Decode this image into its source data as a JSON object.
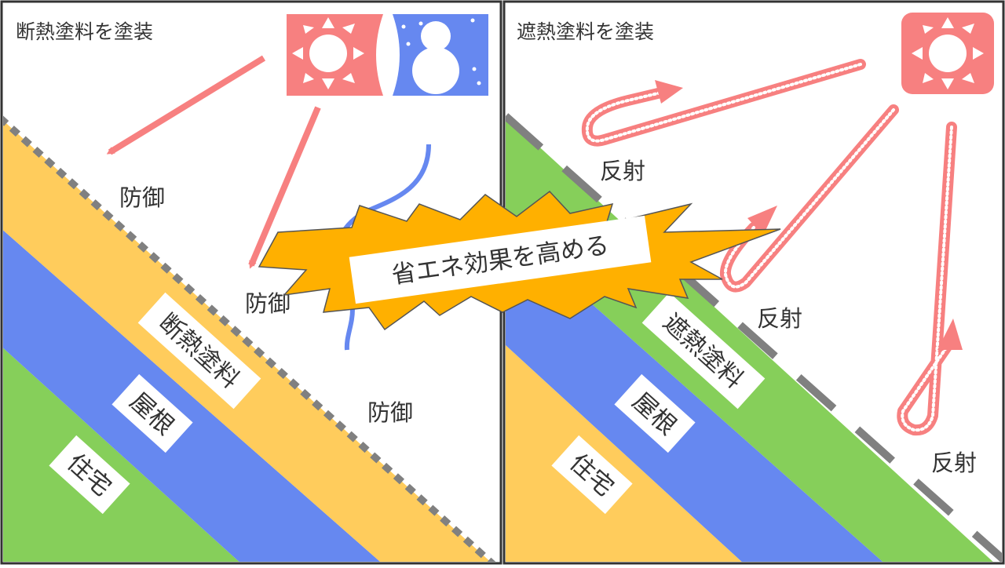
{
  "left_panel": {
    "title": "断熱塗料を塗装",
    "defense_labels": [
      "防御",
      "防御",
      "防御"
    ],
    "layers": {
      "coating": "断熱塗料",
      "roof": "屋根",
      "house": "住宅"
    }
  },
  "right_panel": {
    "title": "遮熱塗料を塗装",
    "reflect_labels": [
      "反射",
      "反射",
      "反射"
    ],
    "layers": {
      "coating": "遮熱塗料",
      "roof": "屋根",
      "house": "住宅"
    }
  },
  "center_banner": {
    "text": "省エネ効果を高める"
  },
  "colors": {
    "heat_arrow": "#f78080",
    "sun_bg": "#f78080",
    "night_bg": "#6688f0",
    "coating_yellow": "#ffcc5c",
    "roof_blue": "#6688f0",
    "house_green": "#86cf5a",
    "burst_orange": "#ffb000",
    "edge_gray": "#808080",
    "border": "#333333"
  }
}
